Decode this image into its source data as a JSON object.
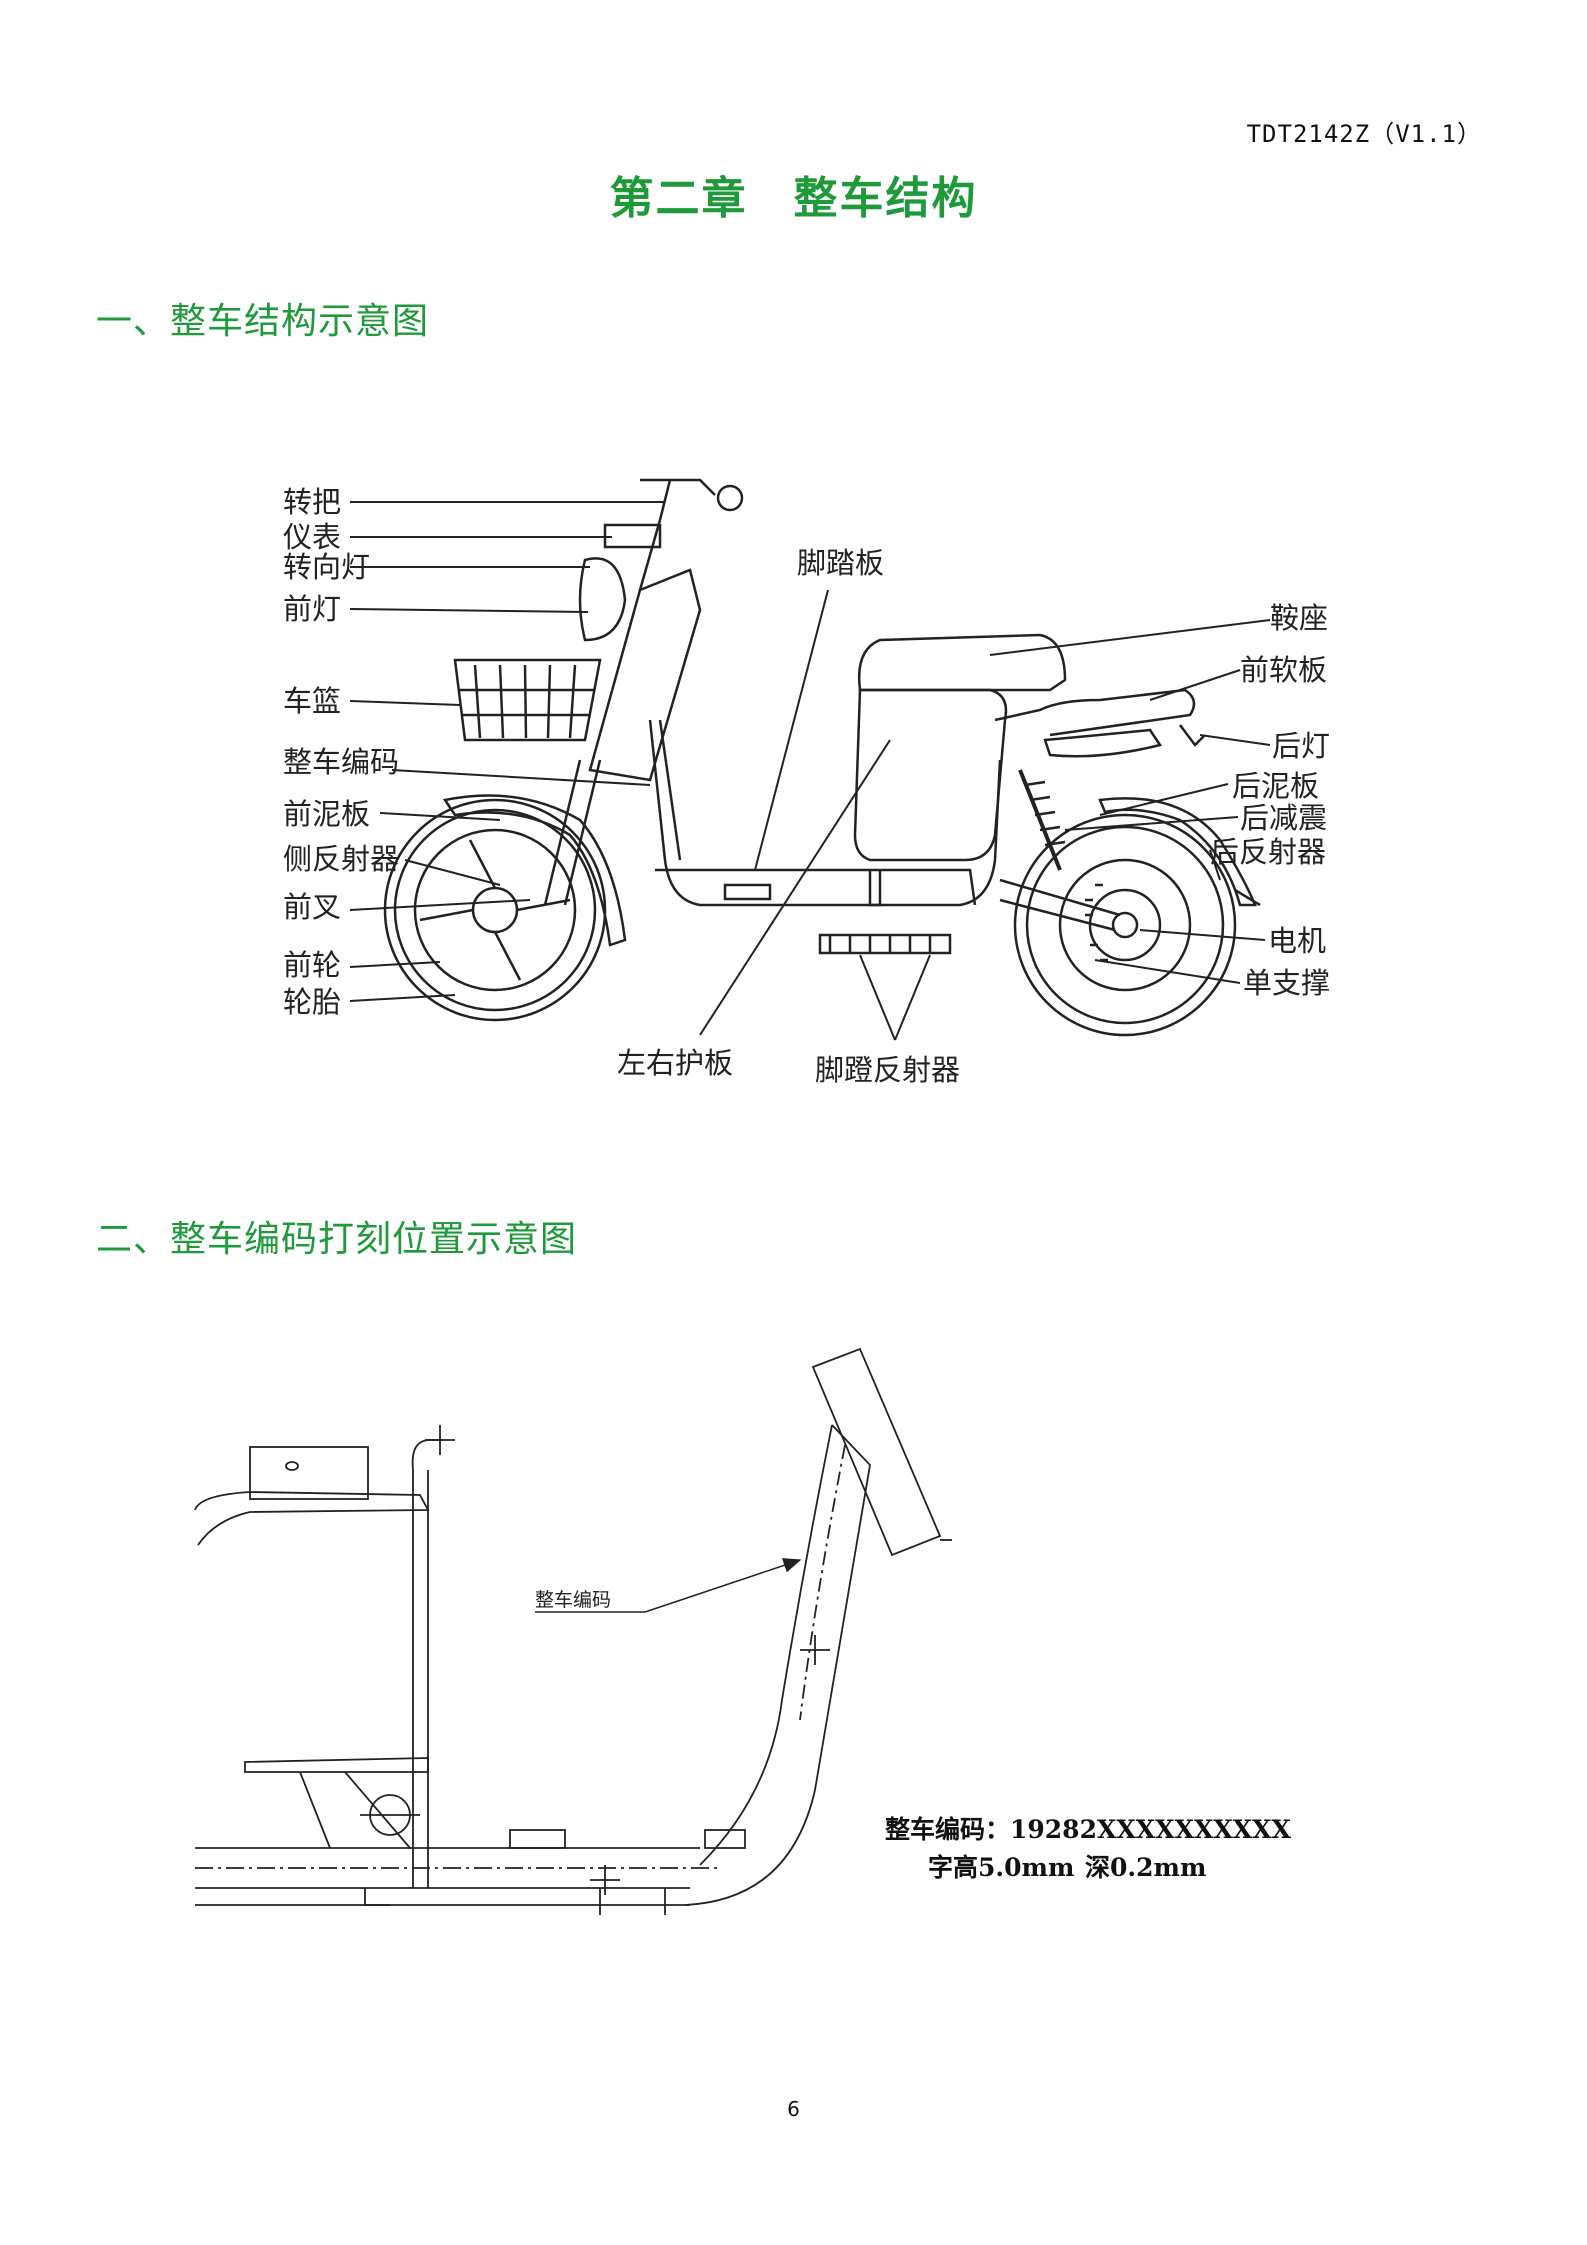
{
  "header": {
    "doc_code": "TDT2142Z（V1.1）"
  },
  "chapter_title": "第二章　整车结构",
  "section1": {
    "title": "一、整车结构示意图",
    "labels": {
      "handlebar": "转把",
      "meter": "仪表",
      "turn_signal": "转向灯",
      "headlight": "前灯",
      "basket": "车篮",
      "vin": "整车编码",
      "front_fender": "前泥板",
      "side_reflector": "侧反射器",
      "front_fork": "前叉",
      "front_wheel": "前轮",
      "tire": "轮胎",
      "pedal_board": "脚踏板",
      "saddle": "鞍座",
      "front_soft_board": "前软板",
      "tail_light": "后灯",
      "rear_fender": "后泥板",
      "rear_shock": "后减震",
      "rear_reflector": "后反射器",
      "motor": "电机",
      "kickstand": "单支撑",
      "side_panels": "左右护板",
      "pedal_reflector": "脚蹬反射器"
    }
  },
  "section2": {
    "title": "二、整车编码打刻位置示意图",
    "arrow_label": "整车编码",
    "vin_spec_line1": "整车编码：19282XXXXXXXXXX",
    "vin_spec_height": "字高5.0mm",
    "vin_spec_depth": "深0.2mm"
  },
  "footer": {
    "page_number": "6"
  }
}
